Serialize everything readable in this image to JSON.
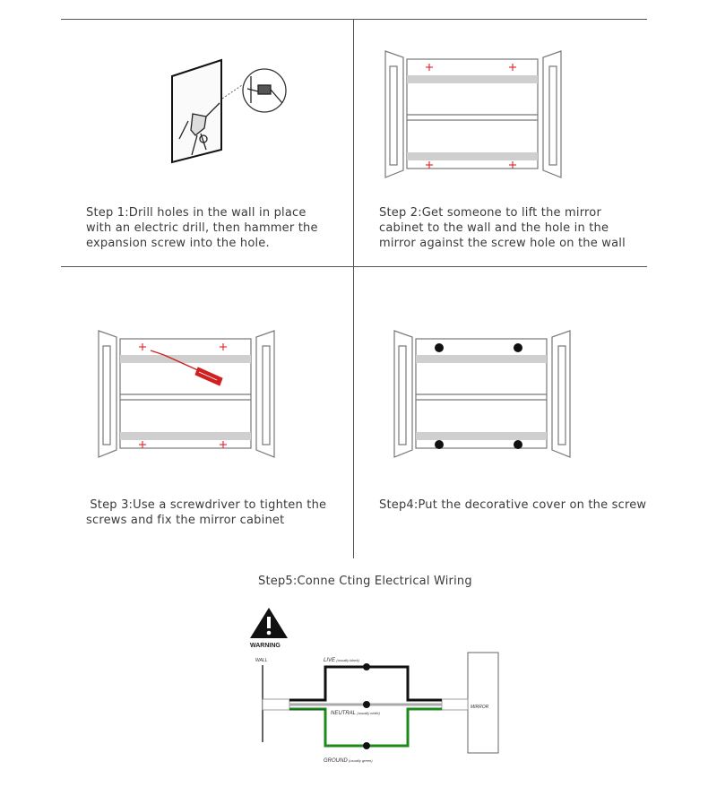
{
  "steps": [
    {
      "lines": [
        "Step 1:Drill holes in the wall in place",
        "with an electric drill, then hammer the",
        "expansion screw into the hole."
      ]
    },
    {
      "lines": [
        "Step 2:Get someone to lift the mirror",
        "cabinet to the wall and  the hole in the",
        "mirror against the screw hole on the wall"
      ]
    },
    {
      "lines": [
        " Step 3:Use a screwdriver to tighten the",
        "screws and fix the mirror cabinet"
      ]
    },
    {
      "lines": [
        "Step4:Put the decorative cover on the screw"
      ]
    }
  ],
  "step5_title": "Step5:Conne Cting Electrical Wiring",
  "wiring": {
    "warning": "WARNING",
    "wall": "WALL",
    "live": "LIVE",
    "live_note": "(usually black)",
    "neutral": "NEUTRAL",
    "neutral_note": "(usually white)",
    "ground": "GROUND",
    "ground_note": "(usually green)",
    "mirror": "MIRROR",
    "colors": {
      "live": "#111111",
      "neutral": "#aaaaaa",
      "ground": "#1e8a1e"
    }
  }
}
